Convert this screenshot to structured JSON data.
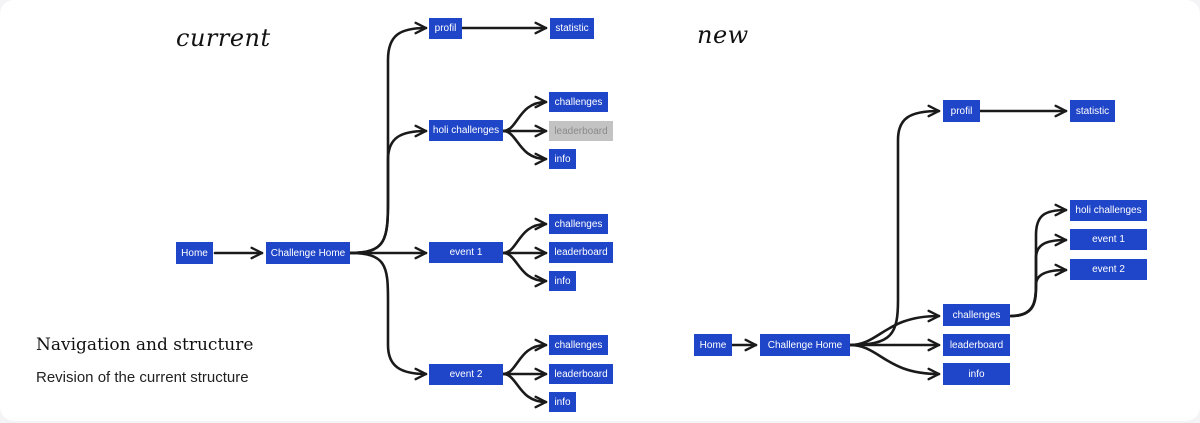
{
  "headings": {
    "current": "current",
    "new": "new"
  },
  "caption": {
    "title": "Navigation and structure",
    "subtitle": "Revision of the current structure"
  },
  "colors": {
    "node": "#1f45c8",
    "node_disabled": "#c3c3c3",
    "arrow": "#1a1a1a"
  },
  "current": {
    "home": "Home",
    "challenge_home": "Challenge Home",
    "profil": "profil",
    "statistic": "statistic",
    "holi_challenges": "holi challenges",
    "holi_children": [
      "challenges",
      "leaderboard",
      "info"
    ],
    "event1": "event 1",
    "event1_children": [
      "challenges",
      "leaderboard",
      "info"
    ],
    "event2": "event 2",
    "event2_children": [
      "challenges",
      "leaderboard",
      "info"
    ]
  },
  "new": {
    "home": "Home",
    "challenge_home": "Challenge Home",
    "profil": "profil",
    "statistic": "statistic",
    "challenges": "challenges",
    "leaderboard": "leaderboard",
    "info": "info",
    "challenge_children": [
      "holi challenges",
      "event 1",
      "event 2"
    ]
  }
}
